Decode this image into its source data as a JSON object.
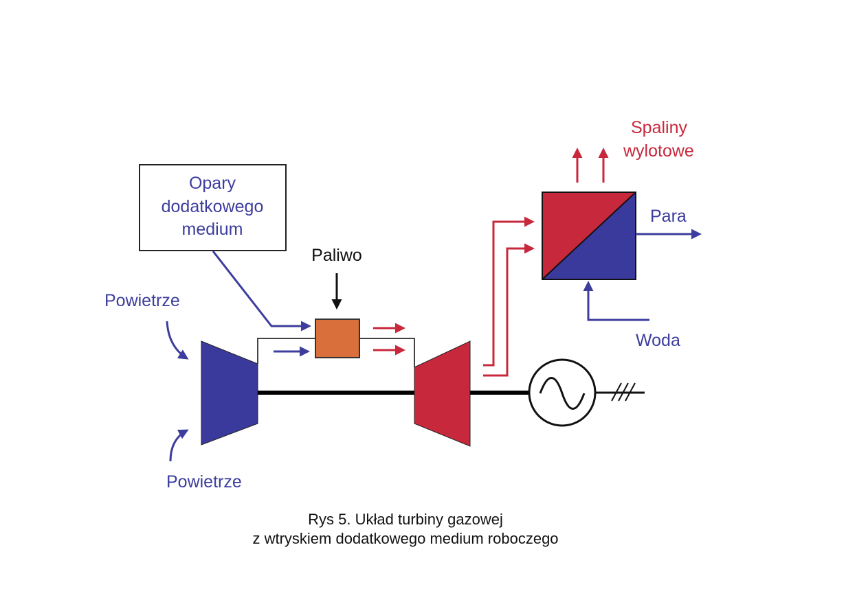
{
  "labels": {
    "vapour_box": [
      "Opary",
      "dodatkowego",
      "medium"
    ],
    "fuel": "Paliwo",
    "air_top": "Powietrze",
    "air_bottom": "Powietrze",
    "exhaust": [
      "Spaliny",
      "wylotowe"
    ],
    "steam": "Para",
    "water": "Woda"
  },
  "caption": [
    "Rys 5. Układ turbiny gazowej",
    "z wtryskiem dodatkowego medium roboczego"
  ],
  "colors": {
    "compressor": "#3a3a9c",
    "turbine": "#c8283c",
    "combustor": "#d9703c",
    "flow_blue": "#3d3d9e",
    "flow_red": "#c8283c",
    "shaft": "#000000"
  },
  "icons": {
    "generator": "ac-generator-icon",
    "ground": "ground-icon"
  }
}
